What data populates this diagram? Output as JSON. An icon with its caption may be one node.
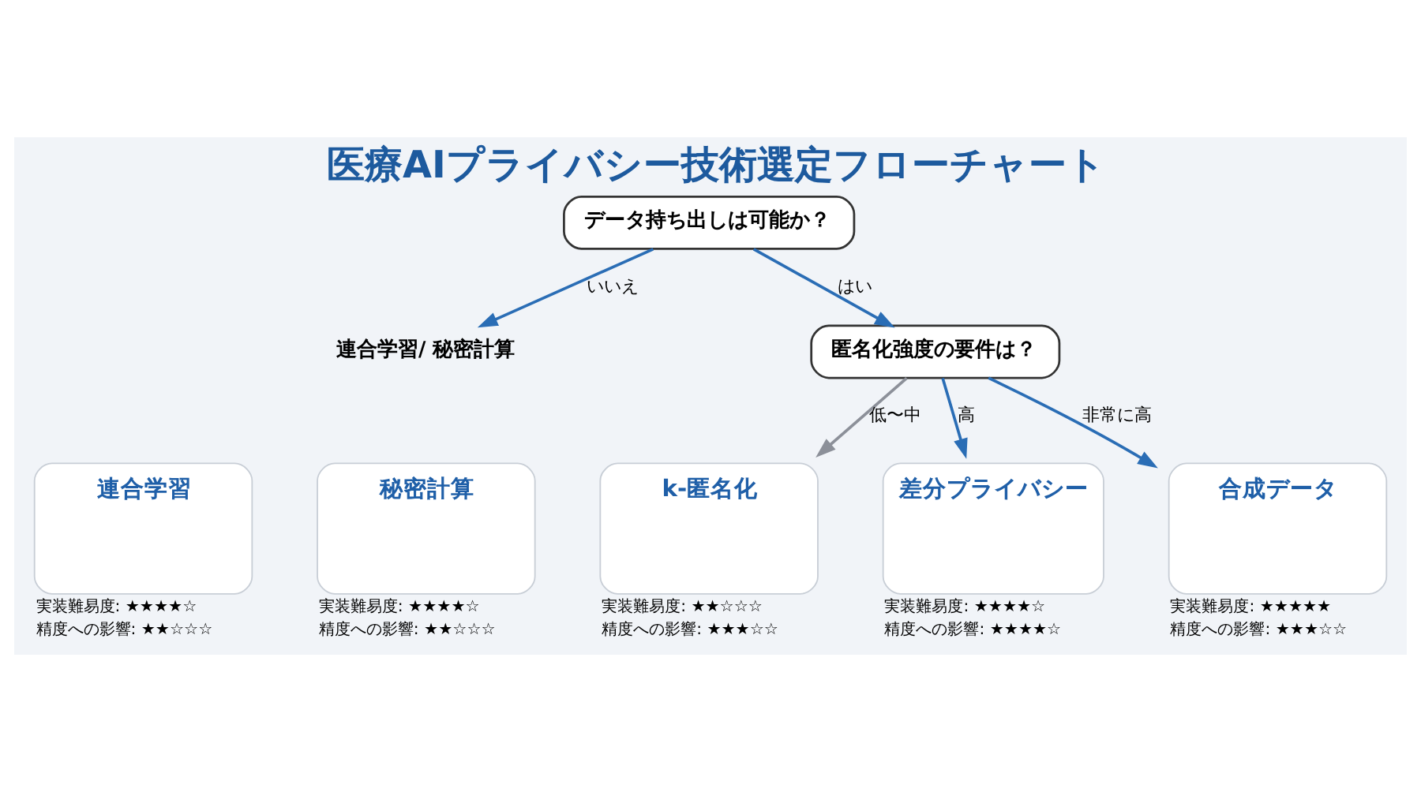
{
  "diagram": {
    "title": "医療AIプライバシー技術選定フローチャート",
    "nodes": [
      {
        "text": [
          "データ持ち出しは可能か？"
        ]
      },
      {
        "text": [
          "連合学習/ 秘密計算"
        ]
      },
      {
        "text": [
          "連合学習"
        ],
        "beside": [
          "実装難易度: ★★★★☆",
          "精度への影響: ★★☆☆☆"
        ]
      },
      {
        "text": [
          "秘密計算"
        ],
        "beside": [
          "実装難易度: ★★★★☆",
          "精度への影響: ★★☆☆☆"
        ]
      },
      {
        "text": [
          "匿名化強度の要件は？"
        ]
      },
      {
        "text": [
          "k-匿名化"
        ],
        "beside": [
          "実装難易度: ★★☆☆☆",
          "精度への影響: ★★★☆☆"
        ]
      },
      {
        "text": [
          "差分プライバシー"
        ],
        "beside": [
          "実装難易度: ★★★★☆",
          "精度への影響: ★★★★☆"
        ]
      },
      {
        "text": [
          "合成データ"
        ],
        "beside": [
          "実装難易度: ★★★★★",
          "精度への影響: ★★★☆☆"
        ]
      }
    ],
    "edges": [
      {
        "from": 0,
        "to": 1,
        "arrow": "to",
        "label": "いいえ"
      },
      {
        "from": 0,
        "to": 4,
        "arrow": "to",
        "label": "はい"
      },
      {
        "from": 4,
        "to": 5,
        "arrow": "to",
        "label": "低〜中",
        "color": "#8c9099"
      },
      {
        "from": 4,
        "to": 6,
        "arrow": "to",
        "label": "高"
      },
      {
        "from": 4,
        "to": 7,
        "arrow": "to",
        "label": "非常に高"
      }
    ]
  }
}
